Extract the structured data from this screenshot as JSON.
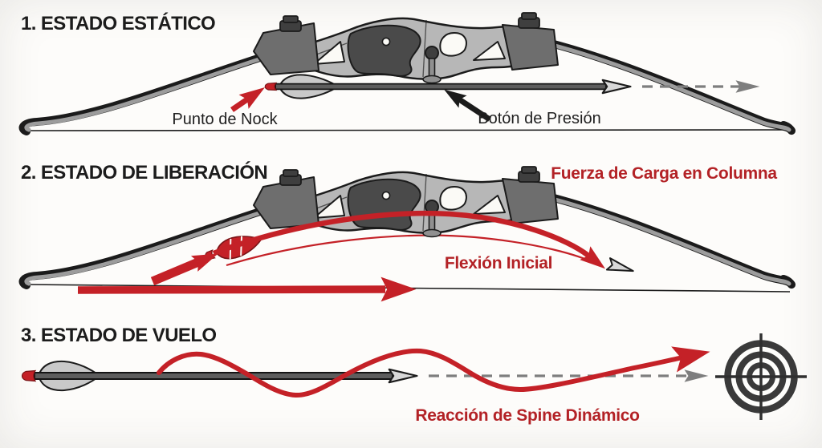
{
  "colors": {
    "red": "#C42127",
    "red_text": "#B32226",
    "ink": "#1C1C1C",
    "paper": "#FBFAF6"
  },
  "sections": [
    {
      "title": "1. ESTADO ESTÁTICO",
      "labels": {
        "nock": "Punto de Nock",
        "plunger": "Botón de Presión"
      }
    },
    {
      "title": "2. ESTADO DE LIBERACIÓN",
      "labels": {
        "column_load": "Fuerza de Carga en Columna",
        "initial_flex": "Flexión Inicial"
      }
    },
    {
      "title": "3. ESTADO DE VUELO",
      "labels": {
        "dynamic_spine": "Reacción de Spine Dinámico"
      }
    }
  ],
  "artwork": {
    "bow": "recurve-bow-top-view",
    "arrow": "arrow-shaft-with-fletching",
    "target": "bullseye-crosshair-target",
    "pointers": [
      "red-pointer-arrow",
      "black-pointer-arrow"
    ],
    "motion": [
      "dashed-trajectory-line",
      "sine-wave-oscillation",
      "forward-thrust-arrow"
    ]
  }
}
